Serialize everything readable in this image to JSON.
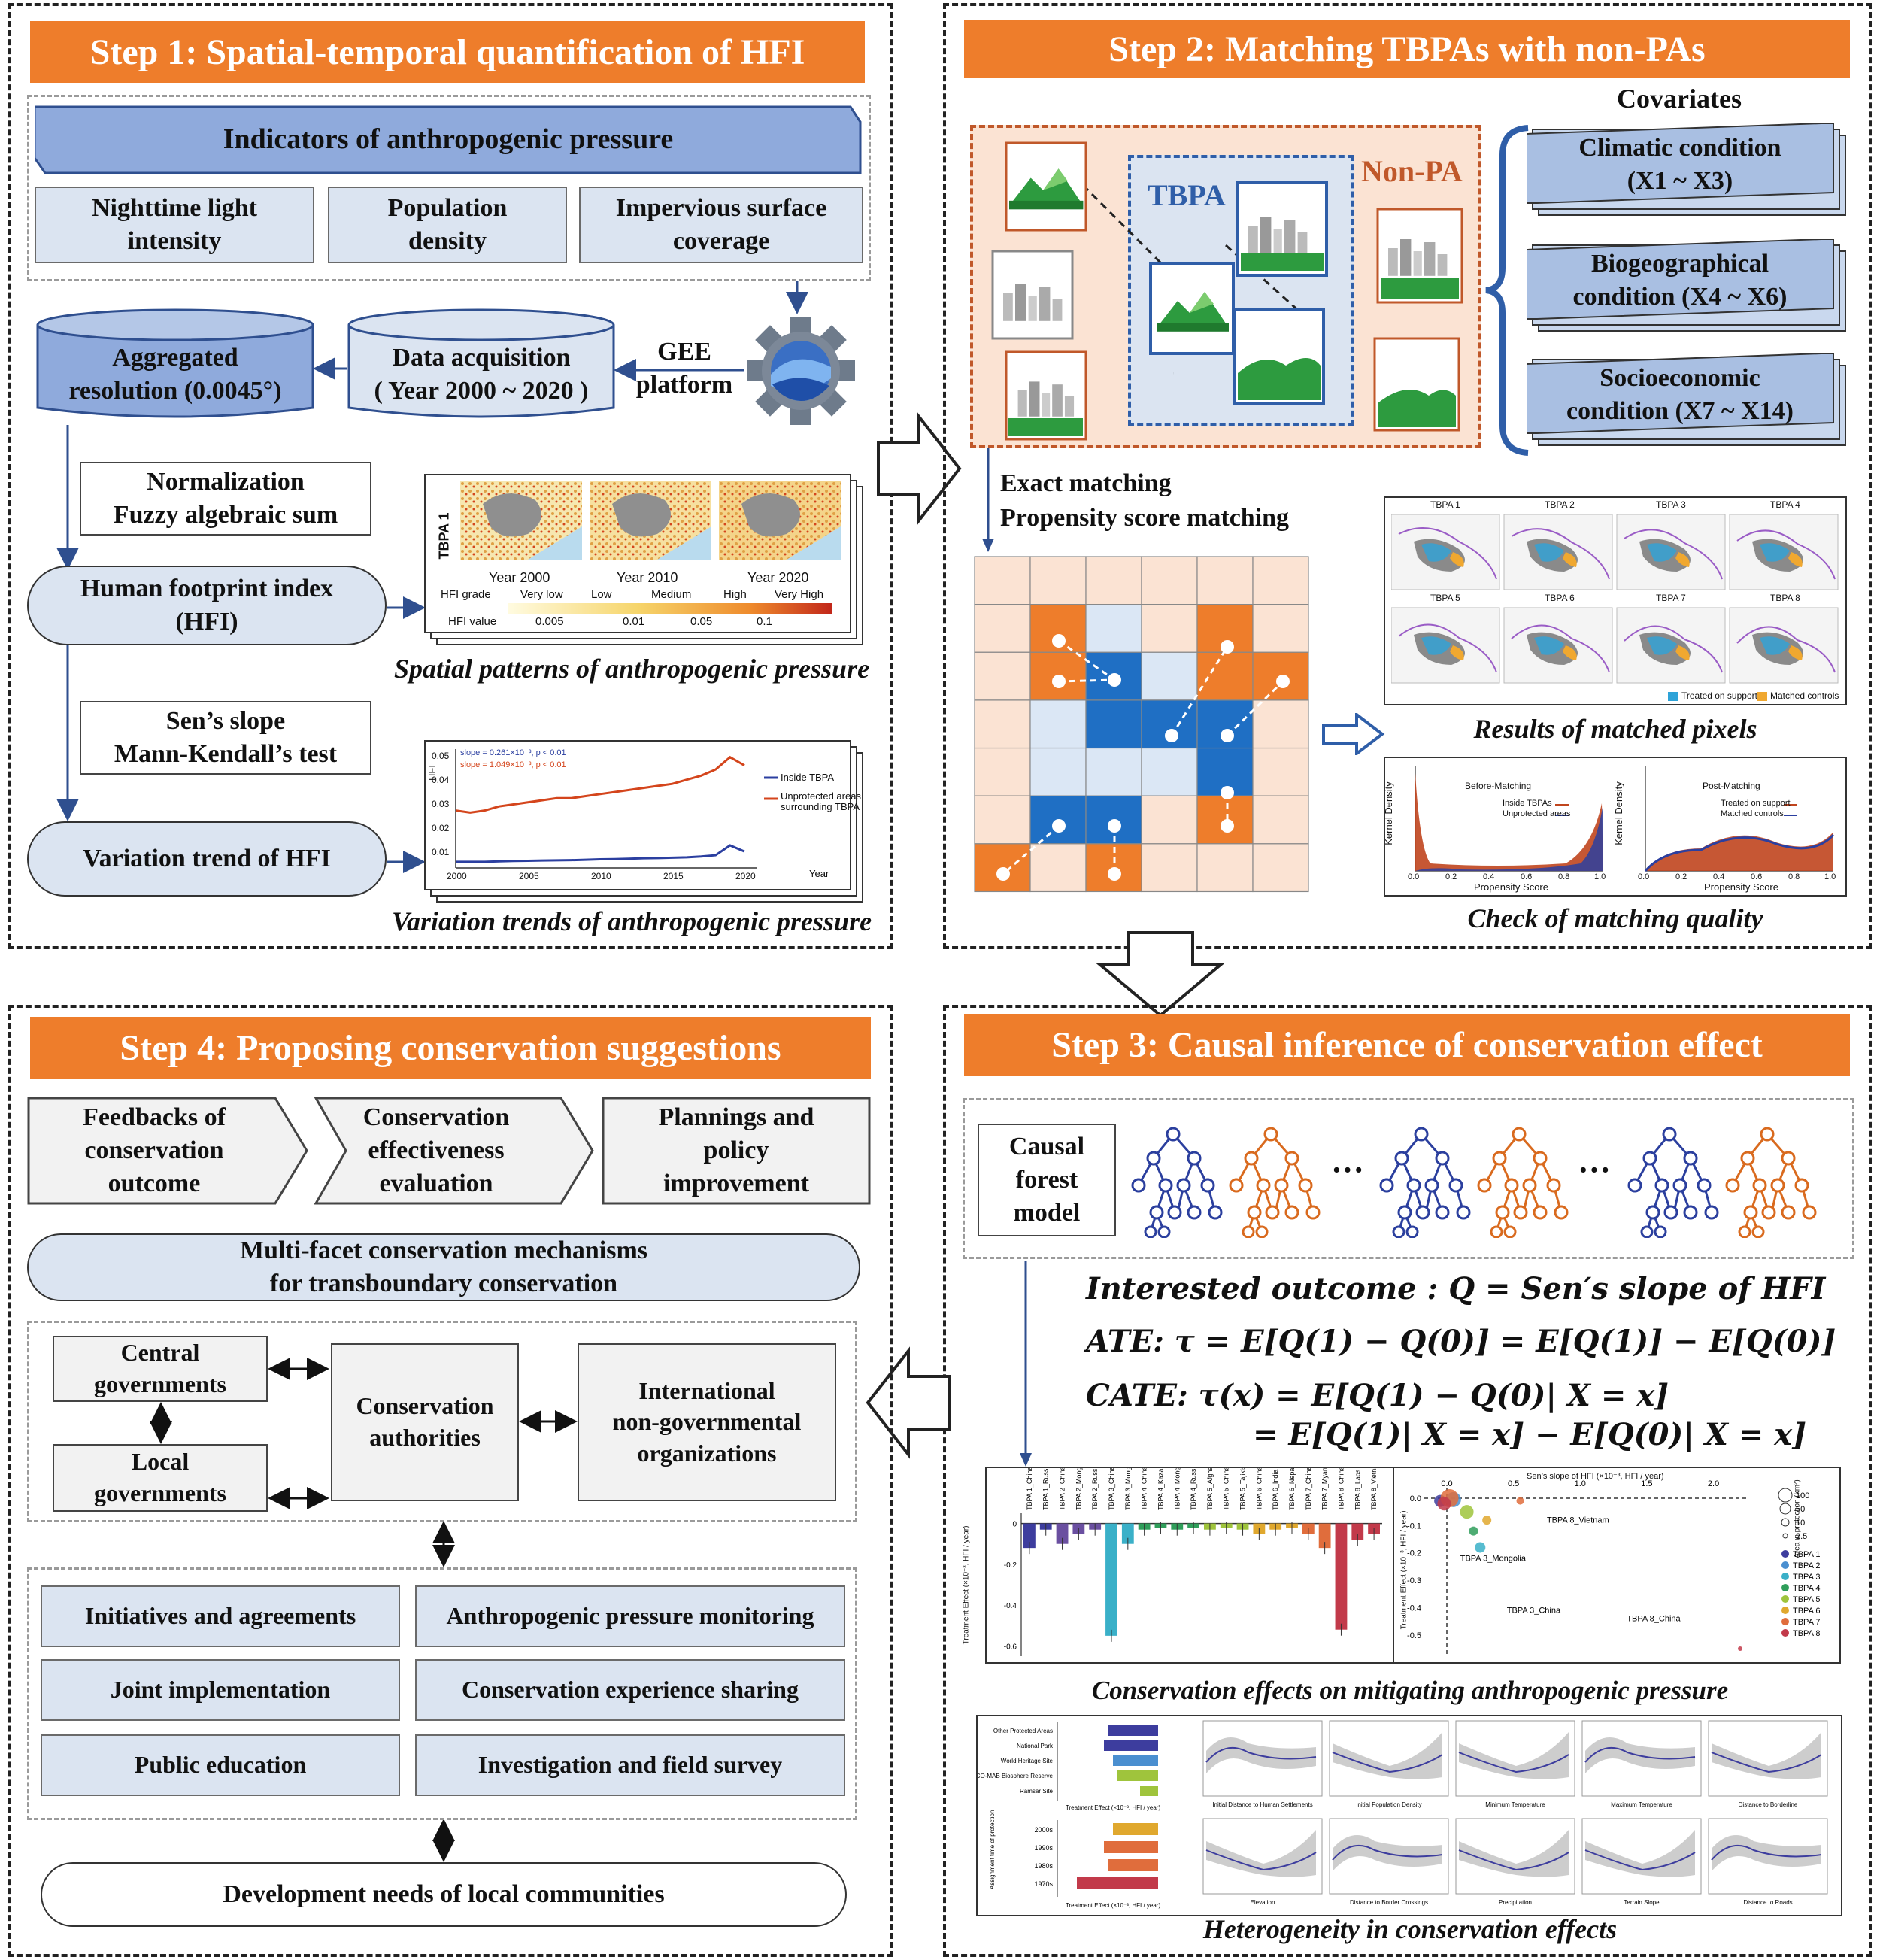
{
  "step1": {
    "title": "Step 1: Spatial-temporal quantification of HFI",
    "indicators_header": "Indicators of anthropogenic pressure",
    "indicators": [
      "Nighttime light\nintensity",
      "Population\ndensity",
      "Impervious surface\ncoverage"
    ],
    "aggregated": "Aggregated\nresolution (0.0045°)",
    "data_acquisition": "Data acquisition\n( Year 2000 ~ 2020 )",
    "gee": "GEE\nplatform",
    "normalization": "Normalization\nFuzzy algebraic sum",
    "hfi": "Human footprint index\n(HFI)",
    "sens": "Sen’s slope\nMann-Kendall’s test",
    "variation": "Variation trend of HFI",
    "spatial_caption": "Spatial patterns of anthropogenic pressure",
    "variation_caption": "Variation trends of anthropogenic pressure",
    "map_panel": {
      "side_label": "TBPA 1",
      "years": [
        "Year 2000",
        "Year 2010",
        "Year 2020"
      ],
      "grade_label": "HFI grade",
      "grades": [
        "Very low",
        "Low",
        "Medium",
        "High",
        "Very High"
      ],
      "value_label": "HFI value",
      "values": [
        "0.005",
        "0.01",
        "0.05",
        "0.1"
      ]
    },
    "trend_chart": {
      "ylabel": "HFI",
      "yticks": [
        "0.05",
        "0.04",
        "0.03",
        "0.02",
        "0.01"
      ],
      "xticks": [
        "2000",
        "2005",
        "2010",
        "2015",
        "2020"
      ],
      "xlabel": "Year",
      "slope_blue": "slope = 0.261×10⁻³, p < 0.01",
      "slope_red": "slope = 1.049×10⁻³, p < 0.01",
      "legend": [
        "Inside TBPA",
        "Unprotected areas\nsurrounding TBPA"
      ],
      "colors": {
        "inside": "#2b3fa0",
        "outside": "#d4451c"
      }
    }
  },
  "step2": {
    "title": "Step 2: Matching TBPAs with non-PAs",
    "covariates_label": "Covariates",
    "covariates": [
      "Climatic condition\n(X1 ~ X3)",
      "Biogeographical\ncondition (X4 ~ X6)",
      "Socioeconomic\ncondition (X7 ~ X14)"
    ],
    "tbpa": "TBPA",
    "nonpa": "Non-PA",
    "matching": "Exact matching\nPropensity score matching",
    "results_caption": "Results of matched pixels",
    "quality_caption": "Check of matching quality",
    "tbpa_maps": [
      "TBPA 1",
      "TBPA 2",
      "TBPA 3",
      "TBPA 4",
      "TBPA 5",
      "TBPA 6",
      "TBPA 7",
      "TBPA 8"
    ],
    "map_legend": [
      "Treated on support",
      "Matched controls"
    ],
    "density": {
      "ylabel": "Kernel Density",
      "xlabel": "Propensity Score",
      "before_title": "Before-Matching",
      "before_legend": [
        "Inside TBPAs",
        "Unprotected areas"
      ],
      "after_title": "Post-Matching",
      "after_legend": [
        "Treated on support",
        "Matched controls"
      ],
      "xticks": [
        "0.0",
        "0.2",
        "0.4",
        "0.6",
        "0.8",
        "1.0"
      ]
    }
  },
  "step3": {
    "title": "Step 3: Causal inference of conservation effect",
    "model": "Causal\nforest\nmodel",
    "dots": "···",
    "eq1": "Interested outcome : Q = Sen′s slope of HFI",
    "eq2": "ATE: τ = E[Q(1) − Q(0)] = E[Q(1)] − E[Q(0)]",
    "eq3a": "CATE: τ(x) = E[Q(1) − Q(0)| X = x]",
    "eq3b": "= E[Q(1)| X = x] − E[Q(0)| X = x]",
    "effects_caption": "Conservation effects on mitigating anthropogenic pressure",
    "heterogeneity_caption": "Heterogeneity in conservation effects",
    "bar_chart": {
      "ylabel": "Treatment Effect (×10⁻³, HFI / year)",
      "categories": [
        "TBPA 1_China",
        "TBPA 1_Russia",
        "TBPA 2_China",
        "TBPA 2_Mongolia",
        "TBPA 2_Russia",
        "TBPA 3_China",
        "TBPA 3_Mongolia",
        "TBPA 4_China",
        "TBPA 4_Kazakhstan",
        "TBPA 4_Mongolia",
        "TBPA 4_Russia",
        "TBPA 5_Afghanistan",
        "TBPA 5_China",
        "TBPA 5_Tajikistan",
        "TBPA 6_China",
        "TBPA 6_India",
        "TBPA 6_Nepal",
        "TBPA 7_China",
        "TBPA 7_Myanmar",
        "TBPA 8_China",
        "TBPA 8_Laos",
        "TBPA 8_Vietnam"
      ],
      "values": [
        -0.12,
        -0.03,
        -0.1,
        -0.05,
        -0.03,
        -0.55,
        -0.1,
        -0.03,
        -0.02,
        -0.03,
        -0.02,
        -0.03,
        -0.02,
        -0.03,
        -0.05,
        -0.03,
        -0.02,
        -0.05,
        -0.12,
        -0.52,
        -0.08,
        -0.05
      ],
      "yticks": [
        "0",
        "-0.2",
        "-0.4",
        "-0.6"
      ],
      "ylim": [
        -0.65,
        0.05
      ]
    },
    "scatter": {
      "xlabel": "Sen’s slope of HFI (×10⁻³, HFI / year)",
      "ylabel": "Treatment Effect (×10⁻³, HFI / year)",
      "xticks": [
        "0.0",
        "0.5",
        "1.0",
        "1.5",
        "2.0"
      ],
      "yticks": [
        "0.0",
        "-0.1",
        "-0.2",
        "-0.3",
        "-0.4",
        "-0.5"
      ],
      "annotations": [
        "TBPA 8_Vietnam",
        "TBPA 3_Mongolia",
        "TBPA 3_China",
        "TBPA 8_China"
      ],
      "size_title": "Area in protection (km²)",
      "sizes": [
        "100",
        "50",
        "10",
        "2.5"
      ],
      "legend": [
        "TBPA 1",
        "TBPA 2",
        "TBPA 3",
        "TBPA 4",
        "TBPA 5",
        "TBPA 6",
        "TBPA 7",
        "TBPA 8"
      ],
      "colors": [
        "#3d3d9e",
        "#4a8fd0",
        "#3ab0c8",
        "#2f9e5a",
        "#9fc43c",
        "#e0a82e",
        "#e06d3c",
        "#c23a4a"
      ]
    },
    "het_bars_top": [
      "Other Protected Areas",
      "National Park",
      "World Heritage Site",
      "UNESCO-MAB Biosphere Reserve",
      "Ramsar Site"
    ],
    "het_bars_bottom": [
      "2000s",
      "1990s",
      "1980s",
      "1970s"
    ],
    "het_ylabel_bottom": "Assignment time of protection",
    "het_xlabel": "Treatment Effect (×10⁻³, HFI / year)",
    "het_panels": [
      "Initial Distance to Human Settlements",
      "Initial Population Density",
      "Minimum Temperature",
      "Maximum Temperature",
      "Distance to Borderline",
      "Elevation",
      "Distance to Border Crossings",
      "Precipitation",
      "Terrain Slope",
      "Distance to Roads"
    ]
  },
  "step4": {
    "title": "Step 4: Proposing conservation suggestions",
    "chevrons": [
      "Feedbacks of\nconservation\noutcome",
      "Conservation\neffectiveness\nevaluation",
      "Plannings and\npolicy\nimprovement"
    ],
    "mechanisms": "Multi-facet conservation mechanisms\nfor transboundary conservation",
    "central": "Central\ngovernments",
    "local": "Local\ngovernments",
    "authorities": "Conservation\nauthorities",
    "ngo": "International\nnon-governmental\norganizations",
    "actions": [
      "Initiatives and agreements",
      "Anthropogenic pressure monitoring",
      "Joint implementation",
      "Conservation experience sharing",
      "Public education",
      "Investigation and field survey"
    ],
    "development": "Development needs of local communities"
  }
}
